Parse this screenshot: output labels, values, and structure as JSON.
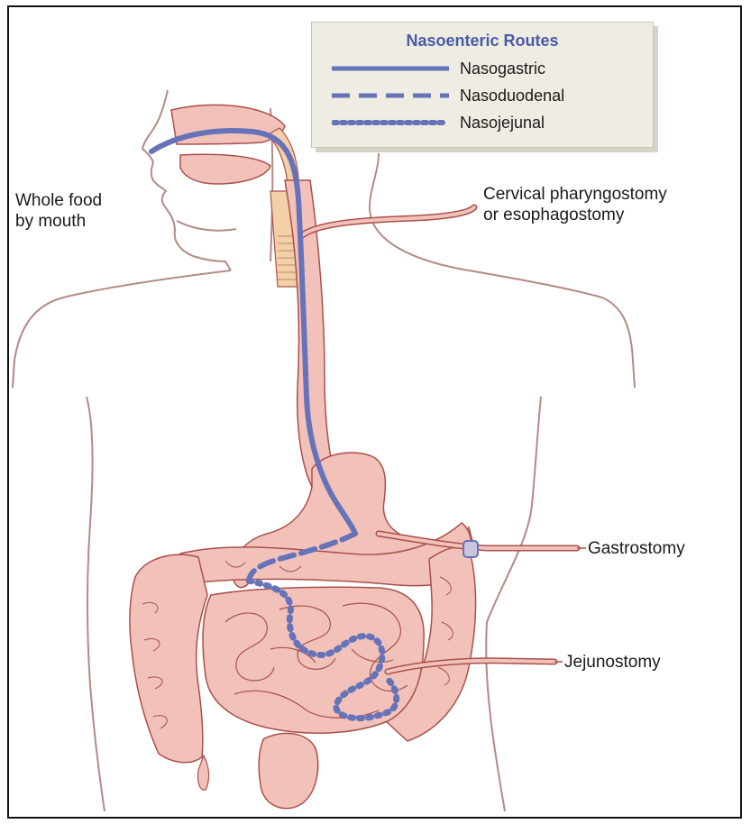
{
  "legend": {
    "title": "Nasoenteric Routes",
    "items": [
      {
        "label": "Nasogastric",
        "style": "solid"
      },
      {
        "label": "Nasoduodenal",
        "style": "dashed"
      },
      {
        "label": "Nasojejunal",
        "style": "dotted"
      }
    ]
  },
  "labels": {
    "mouth_line1": "Whole food",
    "mouth_line2": "by mouth",
    "cervical_line1": "Cervical pharyngostomy",
    "cervical_line2": "or esophagostomy",
    "gastrostomy": "Gastrostomy",
    "jejunostomy": "Jejunostomy"
  },
  "colors": {
    "tube": "#6673b8",
    "organ_fill": "#f2c2ba",
    "organ_stroke": "#a9504a",
    "body_outline": "#b38a86",
    "legend_bg": "#efece3",
    "legend_title": "#4a5aa8"
  }
}
